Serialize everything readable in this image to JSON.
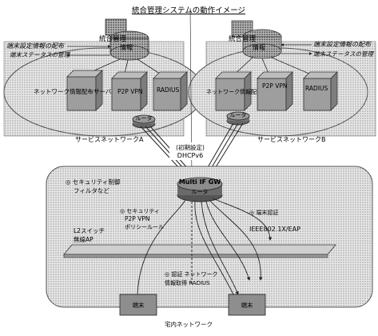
{
  "title": "統合管理システムの動作イメージ",
  "left_network": {
    "name": "サービスネットワークA",
    "server_top": "統合管理",
    "server_db": "情報",
    "annot_config": "端末設定情報の配布",
    "annot_status": "端末ステータスの管理",
    "box_p2p": "ネットワーク情報配布サーバ",
    "box_vpn": "P2P VPN",
    "box_radius": "RADIUS",
    "router": "ルータ"
  },
  "right_network": {
    "name": "サービスネットワークB",
    "server_top": "統合管理",
    "server_db": "情報",
    "annot_config": "端末設定情報の配布",
    "annot_status": "端末ステータスの管理",
    "box_p2p": "ネットワーク情報配布サーバ",
    "box_vpn": "P2P VPN",
    "box_radius": "RADIUS",
    "router": "ルータ"
  },
  "center_link": {
    "line1": "(初期設定)",
    "line2": "DHCPv6"
  },
  "home_network": {
    "name": "宅内ネットワーク",
    "router": "Multi IF GW",
    "router_sub": "ルータ",
    "feature_security": "◎ セキュリティ制御",
    "feature_filter": "フィルタなど",
    "feature_p2p": "◎ セキュリティ",
    "feature_p2p_2": "P2P VPN",
    "feature_p2p_3": "ポリシールール",
    "feature_eap": "IEEE802.1X/EAP",
    "feature_eap_top": "◎ 端末認証",
    "switch_line1": "L2スイッチ",
    "switch_line2": "無線AP",
    "feature_radius": "◎ 認証 ネットワーク",
    "feature_radius_2": "情報取得 RADIUS",
    "terminal_left": "端末",
    "terminal_right": "端末"
  },
  "colors": {
    "cloud_fill": "#cfcfcf",
    "box_fill": "#b0b0b0",
    "router_fill": "#8c8c8c",
    "dark_box": "#9a9a9a",
    "line": "#222222"
  }
}
